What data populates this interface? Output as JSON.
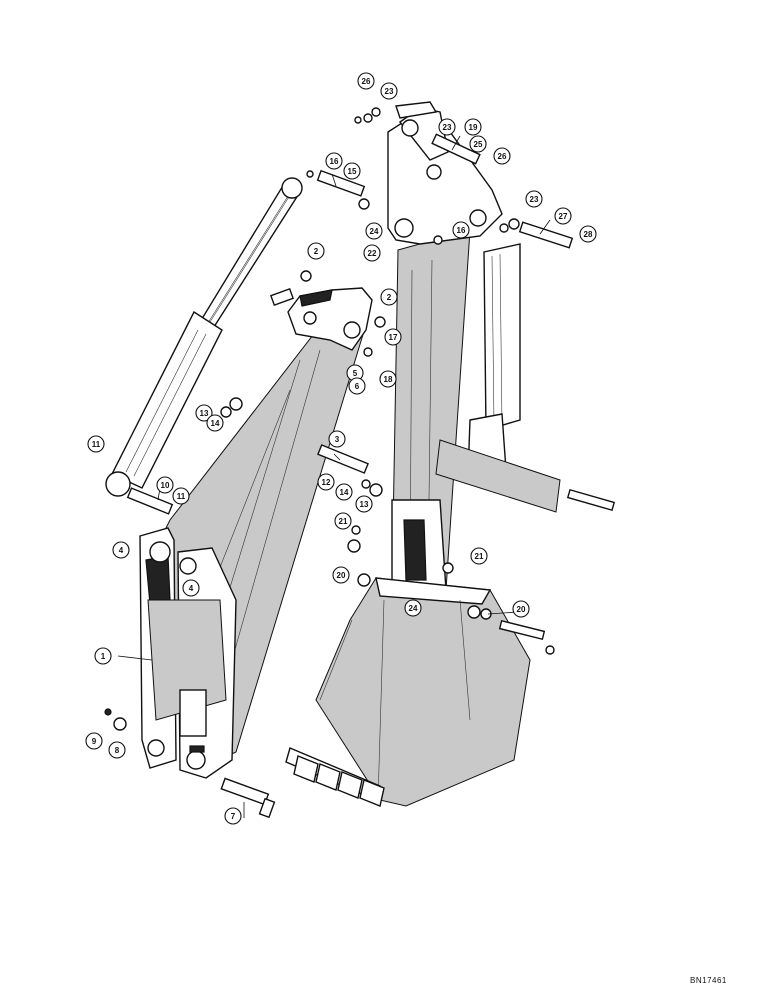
{
  "drawing_code": "BN17461",
  "callouts": [
    {
      "id": "c26a",
      "label": "26"
    },
    {
      "id": "c23a",
      "label": "23"
    },
    {
      "id": "c23b",
      "label": "23"
    },
    {
      "id": "c19",
      "label": "19"
    },
    {
      "id": "c25",
      "label": "25"
    },
    {
      "id": "c26b",
      "label": "26"
    },
    {
      "id": "c16a",
      "label": "16"
    },
    {
      "id": "c15",
      "label": "15"
    },
    {
      "id": "c24a",
      "label": "24"
    },
    {
      "id": "c22",
      "label": "22"
    },
    {
      "id": "c16b",
      "label": "16"
    },
    {
      "id": "c23c",
      "label": "23"
    },
    {
      "id": "c27",
      "label": "27"
    },
    {
      "id": "c28",
      "label": "28"
    },
    {
      "id": "c2a",
      "label": "2"
    },
    {
      "id": "c2b",
      "label": "2"
    },
    {
      "id": "c17",
      "label": "17"
    },
    {
      "id": "c18",
      "label": "18"
    },
    {
      "id": "c5",
      "label": "5"
    },
    {
      "id": "c6",
      "label": "6"
    },
    {
      "id": "c13a",
      "label": "13"
    },
    {
      "id": "c14a",
      "label": "14"
    },
    {
      "id": "c3",
      "label": "3"
    },
    {
      "id": "c11a",
      "label": "11"
    },
    {
      "id": "c12",
      "label": "12"
    },
    {
      "id": "c14b",
      "label": "14"
    },
    {
      "id": "c13b",
      "label": "13"
    },
    {
      "id": "c10",
      "label": "10"
    },
    {
      "id": "c11b",
      "label": "11"
    },
    {
      "id": "c4a",
      "label": "4"
    },
    {
      "id": "c21a",
      "label": "21"
    },
    {
      "id": "c4b",
      "label": "4"
    },
    {
      "id": "c20a",
      "label": "20"
    },
    {
      "id": "c21b",
      "label": "21"
    },
    {
      "id": "c24b",
      "label": "24"
    },
    {
      "id": "c20b",
      "label": "20"
    },
    {
      "id": "c1",
      "label": "1"
    },
    {
      "id": "c9",
      "label": "9"
    },
    {
      "id": "c8",
      "label": "8"
    },
    {
      "id": "c7",
      "label": "7"
    }
  ]
}
